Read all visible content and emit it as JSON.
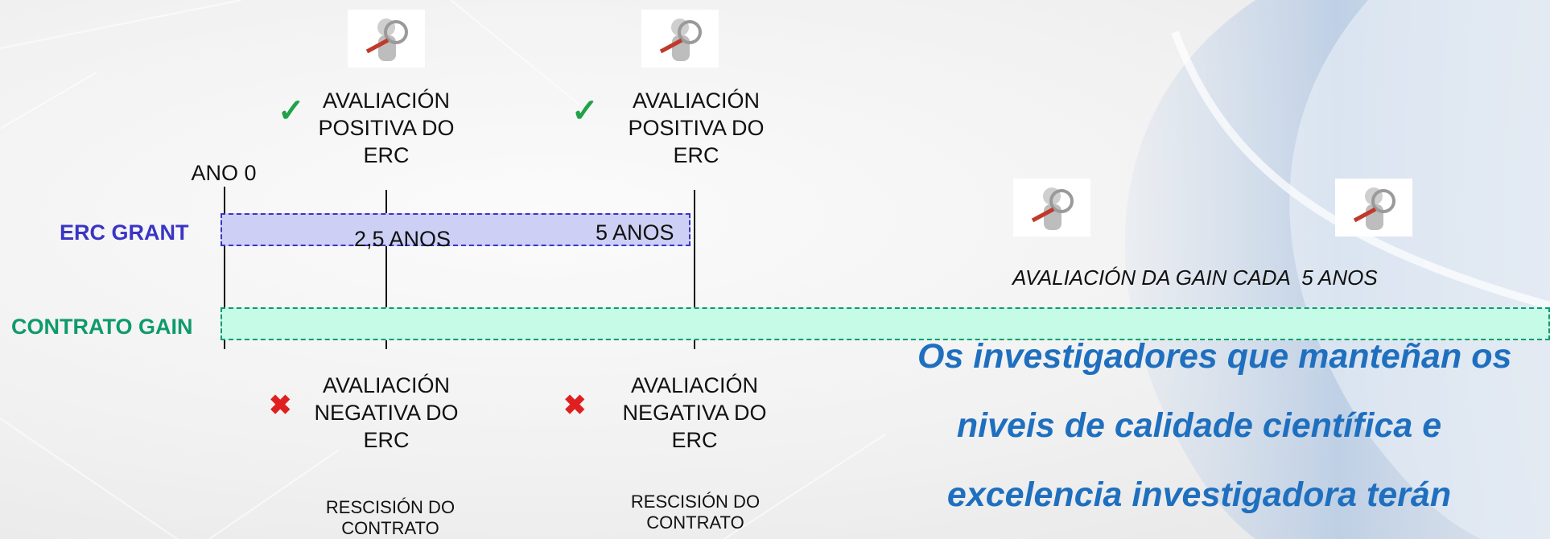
{
  "colors": {
    "erc_blue": "#3a35c4",
    "gain_green": "#0e9a6c",
    "erc_bar": "#cdd0f4",
    "gain_bar": "#c6fbe8",
    "check": "#1fa24a",
    "cross": "#e02020",
    "quote_blue": "#1f6fbf"
  },
  "timeline": {
    "year0": "ANO 0",
    "erc_label": "ERC GRANT",
    "gain_label": "CONTRATO GAIN",
    "mid_label": "2,5 ANOS",
    "end_label": "5 ANOS"
  },
  "evaluations": {
    "positive_1": [
      "AVALIACIÓN",
      "POSITIVA DO",
      "ERC"
    ],
    "positive_2": [
      "AVALIACIÓN",
      "POSITIVA DO",
      "ERC"
    ],
    "negative_1": [
      "AVALIACIÓN",
      "NEGATIVA DO",
      "ERC"
    ],
    "negative_2": [
      "AVALIACIÓN",
      "NEGATIVA DO",
      "ERC"
    ],
    "rescision_1": [
      "RESCISIÓN DO",
      "CONTRATO"
    ],
    "rescision_2": [
      "RESCISIÓN DO",
      "CONTRATO"
    ],
    "check_symbol": "✓",
    "cross_symbol": "✖"
  },
  "gain": {
    "evaluation_note": "AVALIACIÓN DA GAIN CADA  5 ANOS"
  },
  "quote": {
    "line1": "Os investigadores que manteñan os",
    "line2": "niveis de calidade científica e",
    "line3": "excelencia investigadora terán"
  },
  "icons": [
    "magnifier-person-icon",
    "magnifier-person-icon",
    "magnifier-person-icon",
    "magnifier-person-icon"
  ]
}
